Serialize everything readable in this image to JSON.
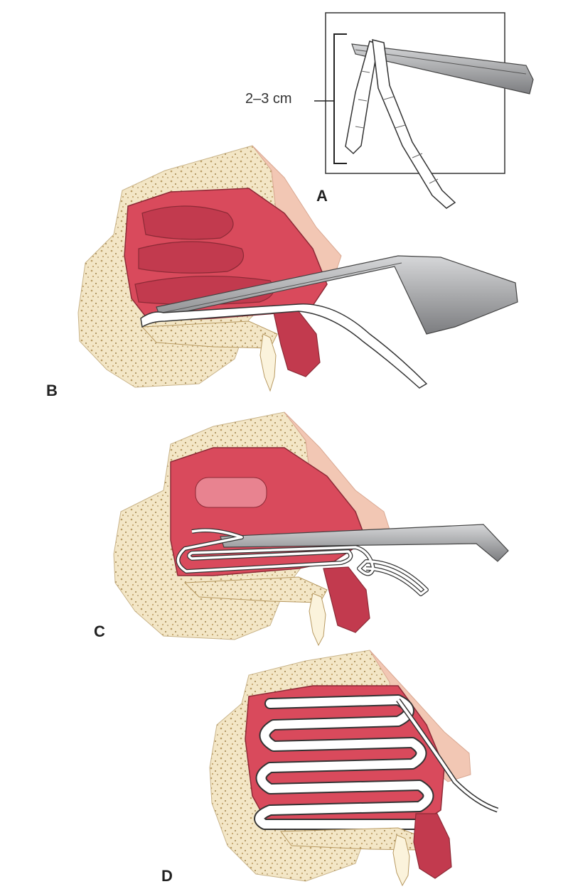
{
  "panels": {
    "a": {
      "letter": "A",
      "measurement_label": "2–3 cm"
    },
    "b": {
      "letter": "B"
    },
    "c": {
      "letter": "C"
    },
    "d": {
      "letter": "D"
    }
  },
  "colors": {
    "mucosa": "#d94a5c",
    "mucosa_dark": "#c23a4e",
    "bone": "#f3e6c6",
    "bone_speckle": "#b89a62",
    "skin": "#f2c7b4",
    "packing_gauze": "#ffffff",
    "forceps_metal": "#a9aaac",
    "outline": "#3a3a3a"
  }
}
